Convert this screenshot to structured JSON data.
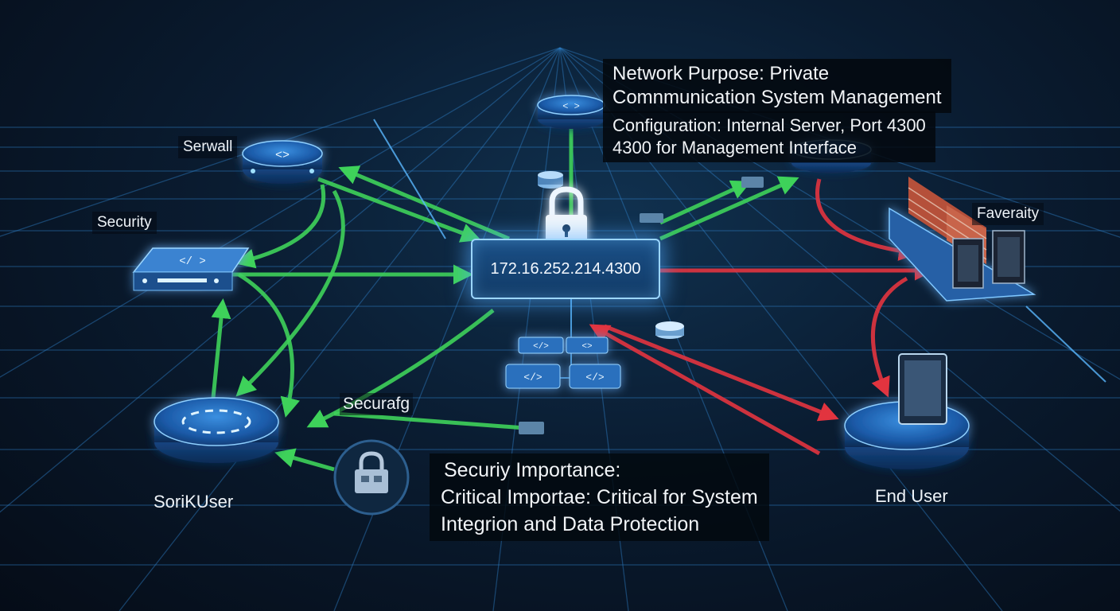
{
  "nodes": {
    "serwall": "Serwall",
    "security": "Security",
    "favevaity": "Faveraity",
    "securafg": "Securafg",
    "sorik_user": "SoriKUser",
    "end_user": "End User",
    "center_ip": "172.16.252.214.4300"
  },
  "info_top": {
    "purpose_line1": "Network Purpose: Private",
    "purpose_line2": "Comnmunication System Management",
    "config_line1": "Configuration: Internal Server, Port 4300",
    "config_line2": "4300 for Management Interface"
  },
  "info_bottom": {
    "heading": "Securiy Importance:",
    "line1": "Critical Importae: Critical for System",
    "line2": "Integrion and Data Protection"
  },
  "colors": {
    "secure_link": "#3ed25a",
    "insecure_link": "#e2343f",
    "node_glow": "#5ab8ff"
  }
}
